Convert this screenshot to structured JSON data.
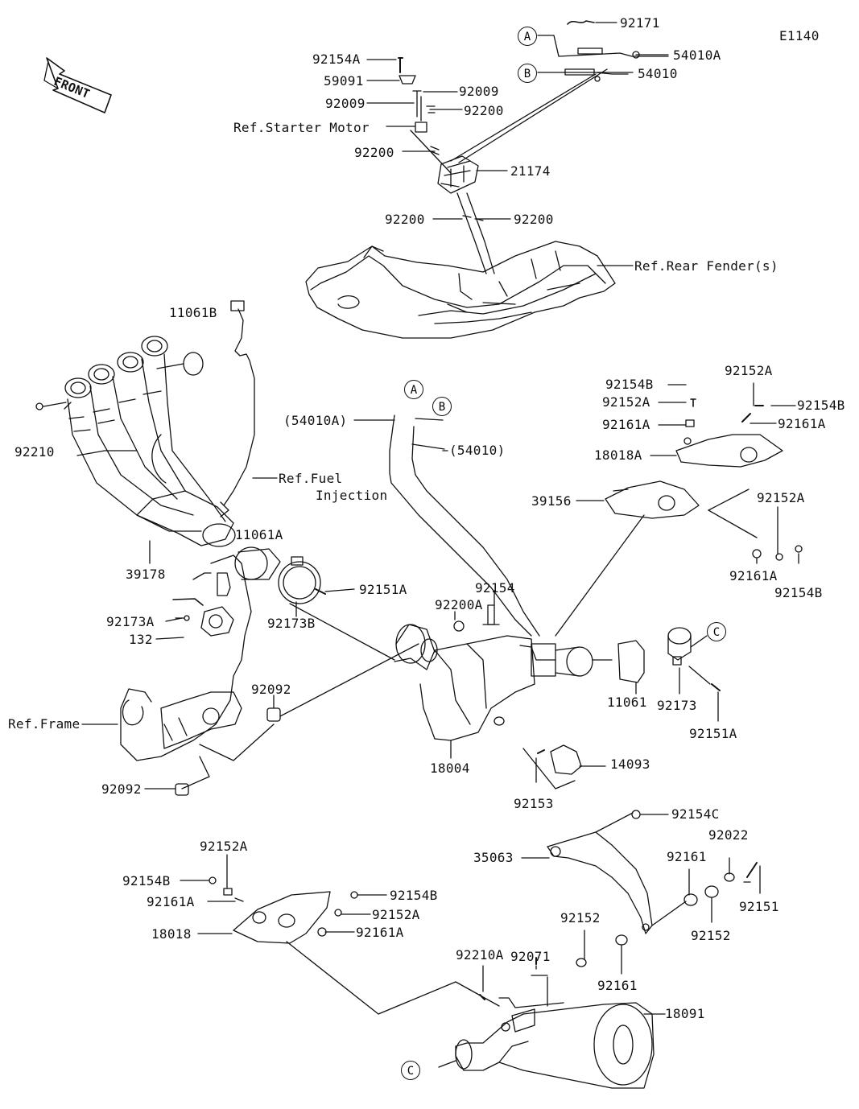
{
  "diagram_code": "E1140",
  "front_label": "FRONT",
  "callouts": {
    "a": "A",
    "b": "B",
    "c": "C"
  },
  "parts": {
    "p92171": "92171",
    "p54010a": "54010A",
    "p54010": "54010",
    "p92154a": "92154A",
    "p59091": "59091",
    "p92009_r": "92009",
    "p92009_l": "92009",
    "p92200_r": "92200",
    "ref_starter": "Ref.Starter Motor",
    "p92200_l": "92200",
    "p21174": "21174",
    "p92200_bl": "92200",
    "p92200_br": "92200",
    "ref_rear_fender": "Ref.Rear Fender(s)",
    "p11061b": "11061B",
    "p92210": "92210",
    "ref_fuel_1": "Ref.Fuel",
    "ref_fuel_2": "Injection",
    "p11061a": "11061A",
    "p39178": "39178",
    "p54010a_par": "(54010A)",
    "p54010_par": "(54010)",
    "p92154b_1": "92154B",
    "p92152a_1": "92152A",
    "p92161a_1": "92161A",
    "p18018a": "18018A",
    "p92152a_2": "92152A",
    "p92154b_2": "92154B",
    "p92161a_2": "92161A",
    "p39156": "39156",
    "p92152a_3": "92152A",
    "p92161a_3": "92161A",
    "p92154b_3": "92154B",
    "p92151a_1": "92151A",
    "p92173a": "92173A",
    "p132": "132",
    "p92173b": "92173B",
    "p92200a": "92200A",
    "p92154": "92154",
    "p92092_1": "92092",
    "ref_frame": "Ref.Frame",
    "p92092_2": "92092",
    "p18004": "18004",
    "p14093": "14093",
    "p92153": "92153",
    "p11061": "11061",
    "p92173": "92173",
    "p92151a_2": "92151A",
    "p92154c": "92154C",
    "p35063": "35063",
    "p92161_1": "92161",
    "p92022": "92022",
    "p92151": "92151",
    "p92152_r": "92152",
    "p92152": "92152",
    "p92071": "92071",
    "p92161_2": "92161",
    "p92210a": "92210A",
    "p18091": "18091",
    "p92152a_4": "92152A",
    "p92154b_4": "92154B",
    "p92161a_4": "92161A",
    "p92154b_5": "92154B",
    "p92152a_5": "92152A",
    "p18018": "18018",
    "p92161a_5": "92161A"
  },
  "colors": {
    "ink": "#111111",
    "paper": "#ffffff"
  }
}
